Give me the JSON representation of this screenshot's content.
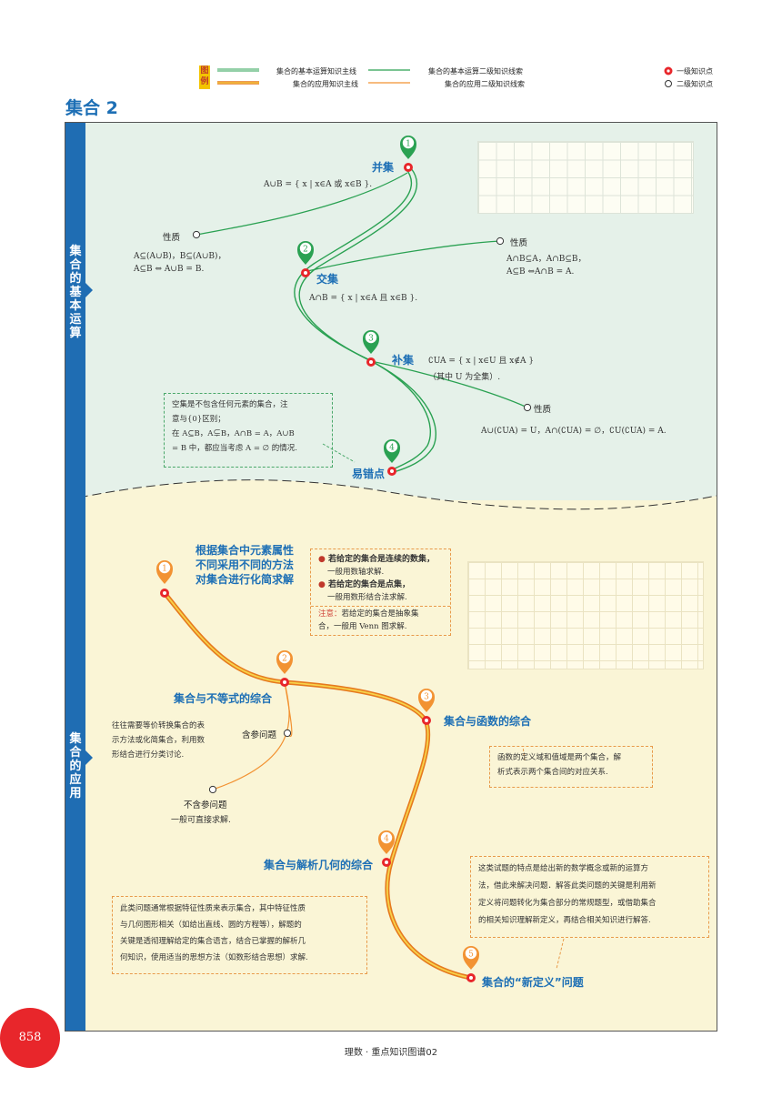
{
  "legend": {
    "tag": "图例",
    "main_basic": "集合的基本运算知识主线",
    "second_basic": "集合的基本运算二级知识线索",
    "main_app": "集合的应用知识主线",
    "second_app": "集合的应用二级知识线索",
    "level1": "一级知识点",
    "level2": "二级知识点"
  },
  "page_title": "集合 2",
  "sidebar": {
    "section1": "集合的基本运算",
    "section2": "集合的应用"
  },
  "section1": {
    "nodes": [
      {
        "num": "1",
        "title": "并集",
        "formula": "A∪B = { x | x∈A 或 x∈B }."
      },
      {
        "num": "2",
        "title": "交集",
        "formula": "A∩B = { x | x∈A 且 x∈B }."
      },
      {
        "num": "3",
        "title": "补集",
        "formula": "∁UA = { x | x∈U 且 x∉A }",
        "formula2": "（其中 U 为全集）."
      },
      {
        "num": "4",
        "title": "易错点"
      }
    ],
    "union_props": {
      "label": "性质",
      "line1": "A⊆(A∪B)，B⊆(A∪B)，",
      "line2": "A⊆B ⇔ A∪B = B."
    },
    "inter_props": {
      "label": "性质",
      "line1": "A∩B⊆A，A∩B⊆B，",
      "line2": "A⊆B ⇔A∩B = A."
    },
    "comp_props": {
      "label": "性质",
      "line1": "A∪(∁UA) = U，A∩(∁UA) = ∅，∁U(∁UA) = A."
    },
    "pitfall_note": [
      "空集是不包含任何元素的集合，注",
      "意与{0}区别；",
      "在 A⊆B，A⊊B，A∩B = A，A∪B",
      "= B 中，都应当考虑 A = ∅ 的情况."
    ]
  },
  "section2": {
    "nodes": [
      {
        "num": "1",
        "title": "根据集合中元素属性不同采用不同的方法对集合进行化简求解"
      },
      {
        "num": "2",
        "title": "集合与不等式的综合"
      },
      {
        "num": "3",
        "title": "集合与函数的综合"
      },
      {
        "num": "4",
        "title": "集合与解析几何的综合"
      },
      {
        "num": "5",
        "title": "集合的“新定义”问题"
      }
    ],
    "tips_box": {
      "b1": "若给定的集合是连续的数集，",
      "b1_sub": "一般用数轴求解.",
      "b2": "若给定的集合是点集，",
      "b2_sub": "一般用数形结合法求解.",
      "note_label": "注意：",
      "note_text": "若给定的集合是抽象集",
      "note_text2": "合，一般用 Venn 图求解."
    },
    "ineq_note": [
      "往往需要等价转换集合的表",
      "示方法或化简集合，利用数",
      "形结合进行分类讨论."
    ],
    "with_param": "含参问题",
    "without_param": "不含参问题",
    "without_param_note": "一般可直接求解.",
    "func_note": [
      "函数的定义域和值域是两个集合，解",
      "析式表示两个集合间的对应关系."
    ],
    "geo_note": [
      "此类问题通常根据特征性质来表示集合，其中特征性质",
      "与几何图形相关（如给出直线、圆的方程等），解题的",
      "关键是透彻理解给定的集合语言，结合已掌握的解析几",
      "何知识，使用适当的思想方法（如数形结合思想）求解."
    ],
    "newdef_note": [
      "这类试题的特点是给出新的数学概念或新的运算方",
      "法，借此来解决问题．解答此类问题的关键是利用新",
      "定义将问题转化为集合部分的常规题型，或借助集合",
      "的相关知识理解新定义，再结合相关知识进行解答."
    ]
  },
  "footer": {
    "page_num": "858",
    "text": "理数 · 重点知识图谱02"
  },
  "colors": {
    "green": "#2aa152",
    "orange": "#f29232",
    "blue": "#1d6fb5",
    "red": "#e8262b"
  }
}
